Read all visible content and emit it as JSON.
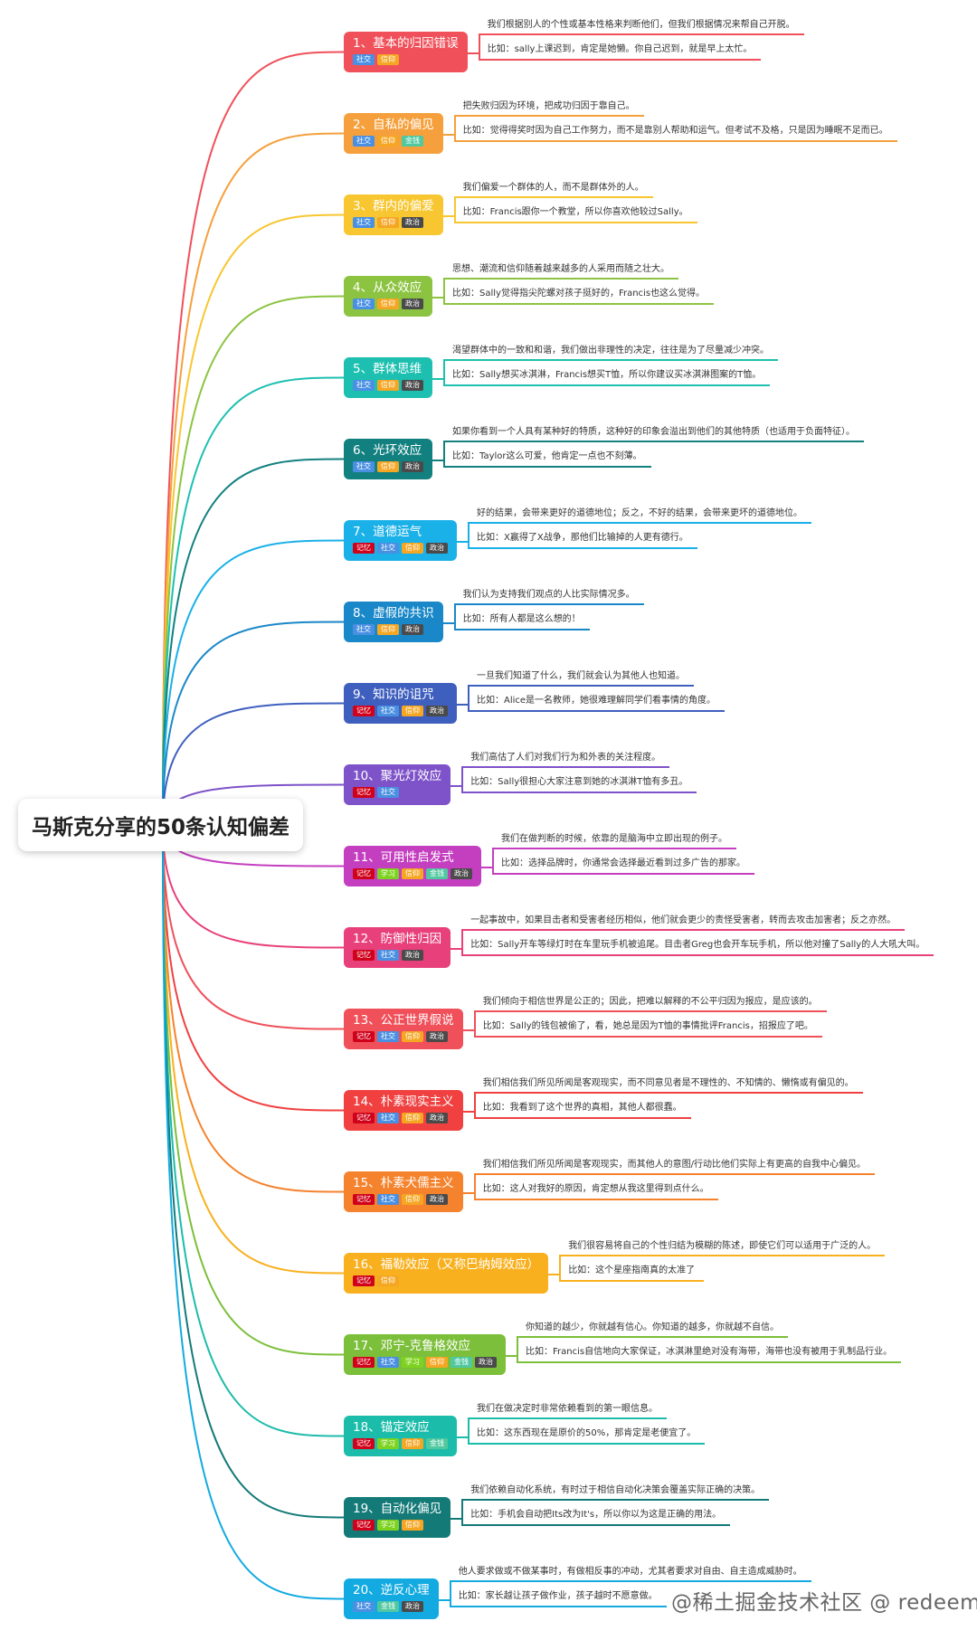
{
  "title": "马斯克分享的50条认知偏差",
  "tag_colors": {
    "记忆": "#d0021b",
    "社交": "#4a90e2",
    "信仰": "#f5a623",
    "政治": "#4a4a4a",
    "金钱": "#50c8a0",
    "学习": "#7ed321"
  },
  "biases": [
    {
      "label": "1、基本的归因错误",
      "color": "#f0505a",
      "tags": [
        "社交",
        "信仰"
      ],
      "desc": "我们根据别人的个性或基本性格来判断他们，但我们根据情况来帮自己开脱。",
      "example": "比如：sally上课迟到，肯定是她懒。你自己迟到，就是早上太忙。"
    },
    {
      "label": "2、自私的偏见",
      "color": "#f5a03c",
      "tags": [
        "社交",
        "信仰",
        "金钱"
      ],
      "desc": "把失败归因为环境，把成功归因于靠自己。",
      "example": "比如：觉得得奖时因为自己工作努力，而不是靠别人帮助和运气。但考试不及格，只是因为睡眠不足而已。"
    },
    {
      "label": "3、群内的偏爱",
      "color": "#f8c630",
      "tags": [
        "社交",
        "信仰",
        "政治"
      ],
      "desc": "我们偏爱一个群体的人，而不是群体外的人。",
      "example": "比如：Francis跟你一个教堂，所以你喜欢他较过Sally。"
    },
    {
      "label": "4、从众效应",
      "color": "#8cc441",
      "tags": [
        "社交",
        "信仰",
        "政治"
      ],
      "desc": "思想、潮流和信仰随着越来越多的人采用而随之壮大。",
      "example": "比如：Sally觉得指尖陀螺对孩子挺好的，Francis也这么觉得。"
    },
    {
      "label": "5、群体思维",
      "color": "#1dc0b0",
      "tags": [
        "社交",
        "信仰",
        "政治"
      ],
      "desc": "渴望群体中的一致和和谐，我们做出非理性的决定，往往是为了尽量减少冲突。",
      "example": "比如：Sally想买冰淇淋，Francis想买T恤，所以你建议买冰淇淋图案的T恤。"
    },
    {
      "label": "6、光环效应",
      "color": "#138080",
      "tags": [
        "社交",
        "信仰",
        "政治"
      ],
      "desc": "如果你看到一个人具有某种好的特质，这种好的印象会溢出到他们的其他特质（也适用于负面特征）。",
      "example": "比如：Taylor这么可爱，他肯定一点也不刻薄。"
    },
    {
      "label": "7、道德运气",
      "color": "#1ab0e8",
      "tags": [
        "记忆",
        "社交",
        "信仰",
        "政治"
      ],
      "desc": "好的结果，会带来更好的道德地位；反之，不好的结果，会带来更坏的道德地位。",
      "example": "比如：X赢得了X战争，那他们比输掉的人更有德行。"
    },
    {
      "label": "8、虚假的共识",
      "color": "#1a88c8",
      "tags": [
        "社交",
        "信仰",
        "政治"
      ],
      "desc": "我们认为支持我们观点的人比实际情况多。",
      "example": "比如：所有人都是这么想的！"
    },
    {
      "label": "9、知识的诅咒",
      "color": "#3f5fbf",
      "tags": [
        "记忆",
        "社交",
        "信仰",
        "政治"
      ],
      "desc": "一旦我们知道了什么，我们就会认为其他人也知道。",
      "example": "比如：Alice是一名教师，她很难理解同学们看事情的角度。"
    },
    {
      "label": "10、聚光灯效应",
      "color": "#7e52c9",
      "tags": [
        "记忆",
        "社交"
      ],
      "desc": "我们高估了人们对我们行为和外表的关注程度。",
      "example": "比如：Sally很担心大家注意到她的冰淇淋T恤有多丑。"
    },
    {
      "label": "11、可用性启发式",
      "color": "#c43fc0",
      "tags": [
        "记忆",
        "学习",
        "信仰",
        "金钱",
        "政治"
      ],
      "desc": "我们在做判断的时候，依靠的是脑海中立即出现的例子。",
      "example": "比如：选择品牌时，你通常会选择最近看到过多广告的那家。"
    },
    {
      "label": "12、防御性归因",
      "color": "#e8407a",
      "tags": [
        "记忆",
        "社交",
        "政治"
      ],
      "desc": "一起事故中，如果目击者和受害者经历相似，他们就会更少的责怪受害者，转而去攻击加害者；反之亦然。",
      "example": "比如：Sally开车等绿灯时在车里玩手机被追尾。目击者Greg也会开车玩手机，所以他对撞了Sally的人大吼大叫。"
    },
    {
      "label": "13、公正世界假说",
      "color": "#f0505a",
      "tags": [
        "记忆",
        "社交",
        "信仰",
        "政治"
      ],
      "desc": "我们倾向于相信世界是公正的；因此，把难以解释的不公平归因为报应，是应该的。",
      "example": "比如：Sally的钱包被偷了，看，她总是因为T恤的事情批评Francis，招报应了吧。"
    },
    {
      "label": "14、朴素现实主义",
      "color": "#f04040",
      "tags": [
        "记忆",
        "社交",
        "信仰",
        "政治"
      ],
      "desc": "我们相信我们所见所闻是客观现实，而不同意见者是不理性的、不知情的、懒惰或有偏见的。",
      "example": "比如：我看到了这个世界的真相，其他人都很蠢。"
    },
    {
      "label": "15、朴素犬儒主义",
      "color": "#f5822c",
      "tags": [
        "记忆",
        "社交",
        "信仰",
        "政治"
      ],
      "desc": "我们相信我们所见所闻是客观现实，而其他人的意图/行动比他们实际上有更高的自我中心偏见。",
      "example": "比如：这人对我好的原因，肯定想从我这里得到点什么。"
    },
    {
      "label": "16、福勒效应（又称巴纳姆效应）",
      "color": "#f8b01e",
      "tags": [
        "记忆",
        "信仰"
      ],
      "desc": "我们很容易将自己的个性归结为模糊的陈述，即使它们可以适用于广泛的人。",
      "example": "比如：这个星座指南真的太准了"
    },
    {
      "label": "17、邓宁-克鲁格效应",
      "color": "#7cbf3a",
      "tags": [
        "记忆",
        "社交",
        "学习",
        "信仰",
        "金钱",
        "政治"
      ],
      "desc": "你知道的越少，你就越有信心。你知道的越多，你就越不自信。",
      "example": "比如：Francis自信地向大家保证，冰淇淋里绝对没有海带，海带也没有被用于乳制品行业。"
    },
    {
      "label": "18、锚定效应",
      "color": "#1cbcaa",
      "tags": [
        "记忆",
        "学习",
        "信仰",
        "金钱"
      ],
      "desc": "我们在做决定时非常依赖看到的第一眼信息。",
      "example": "比如：这东西现在是原价的50%，那肯定是老便宜了。"
    },
    {
      "label": "19、自动化偏见",
      "color": "#137a78",
      "tags": [
        "记忆",
        "学习",
        "信仰"
      ],
      "desc": "我们依赖自动化系统，有时过于相信自动化决策会覆盖实际正确的决策。",
      "example": "比如：手机会自动把Its改为It's，所以你以为这是正确的用法。"
    },
    {
      "label": "20、逆反心理",
      "color": "#12aae0",
      "tags": [
        "社交",
        "金钱",
        "政治"
      ],
      "desc": "他人要求做或不做某事时，有做相反事的冲动，尤其者要求对自由、自主造成威胁时。",
      "example": "比如：家长越让孩子做作业，孩子越时不愿意做。"
    }
  ],
  "watermark": "@稀土掘金技术社区 @ redeemer"
}
